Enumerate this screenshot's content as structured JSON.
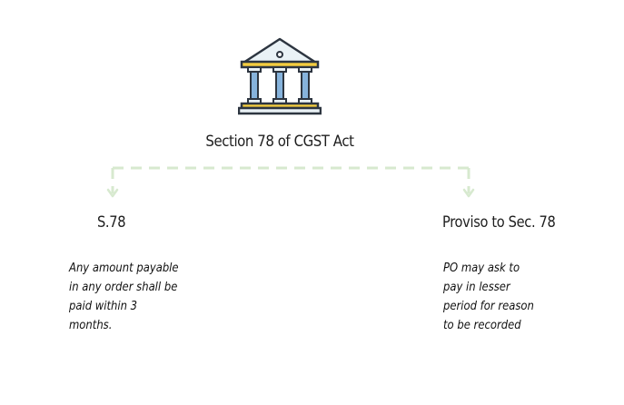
{
  "title": "Section 78 of CGST Act",
  "icon": "courthouse-icon",
  "colors": {
    "connector": "#d7e9cf",
    "icon_roof": "#eaf2f6",
    "icon_gold": "#f3cc3f",
    "icon_column": "#86b3dc",
    "icon_outline": "#2d3540"
  },
  "branches": [
    {
      "heading": "S.78",
      "text": "Any amount payable\nin any order shall be\npaid within 3\nmonths."
    },
    {
      "heading": "Proviso to Sec. 78",
      "text": "PO may ask to\npay in lesser\nperiod for reason\nto be recorded"
    }
  ]
}
